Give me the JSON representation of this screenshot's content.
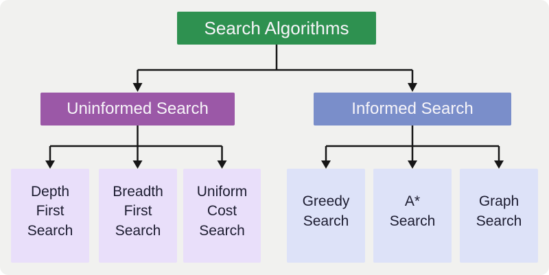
{
  "diagram": {
    "root": {
      "label": "Search Algorithms"
    },
    "level2": {
      "uninformed": {
        "label": "Uninformed Search"
      },
      "informed": {
        "label": "Informed Search"
      }
    },
    "level3": {
      "dfs": {
        "label": "Depth First Search"
      },
      "bfs": {
        "label": "Breadth First Search"
      },
      "ucs": {
        "label": "Uniform Cost Search"
      },
      "greedy": {
        "label": "Greedy Search"
      },
      "astar": {
        "label": "A* Search"
      },
      "graph": {
        "label": "Graph Search"
      }
    }
  },
  "colors": {
    "background": "#f1f1ef",
    "root_box": "#2e9150",
    "uninformed_box": "#9b58a7",
    "informed_box": "#7a8eca",
    "uninformed_child_box": "#e9dffa",
    "informed_child_box": "#dde2f8",
    "connector": "#161616",
    "light_text": "#f7f5f9",
    "dark_text": "#1c1c30"
  }
}
